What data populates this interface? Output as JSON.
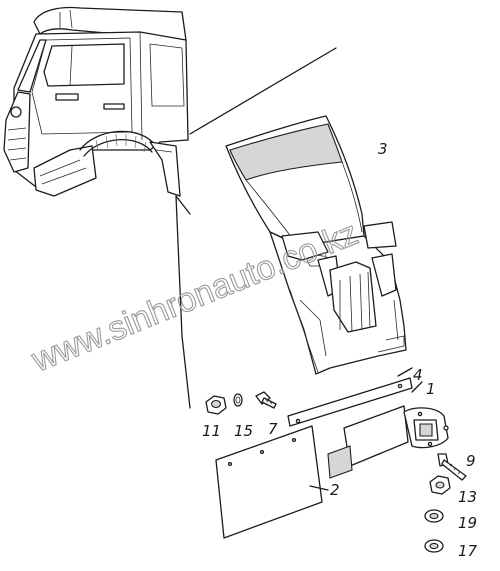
{
  "diagram": {
    "watermark": "www.sinhronauto.co.kz",
    "parts": [
      {
        "id": "p3",
        "label": "3"
      },
      {
        "id": "p4",
        "label": "4"
      },
      {
        "id": "p1",
        "label": "1"
      },
      {
        "id": "p11",
        "label": "11"
      },
      {
        "id": "p15",
        "label": "15"
      },
      {
        "id": "p7",
        "label": "7"
      },
      {
        "id": "p2",
        "label": "2"
      },
      {
        "id": "p9",
        "label": "9"
      },
      {
        "id": "p13",
        "label": "13"
      },
      {
        "id": "p19",
        "label": "19"
      },
      {
        "id": "p17",
        "label": "17"
      }
    ]
  }
}
